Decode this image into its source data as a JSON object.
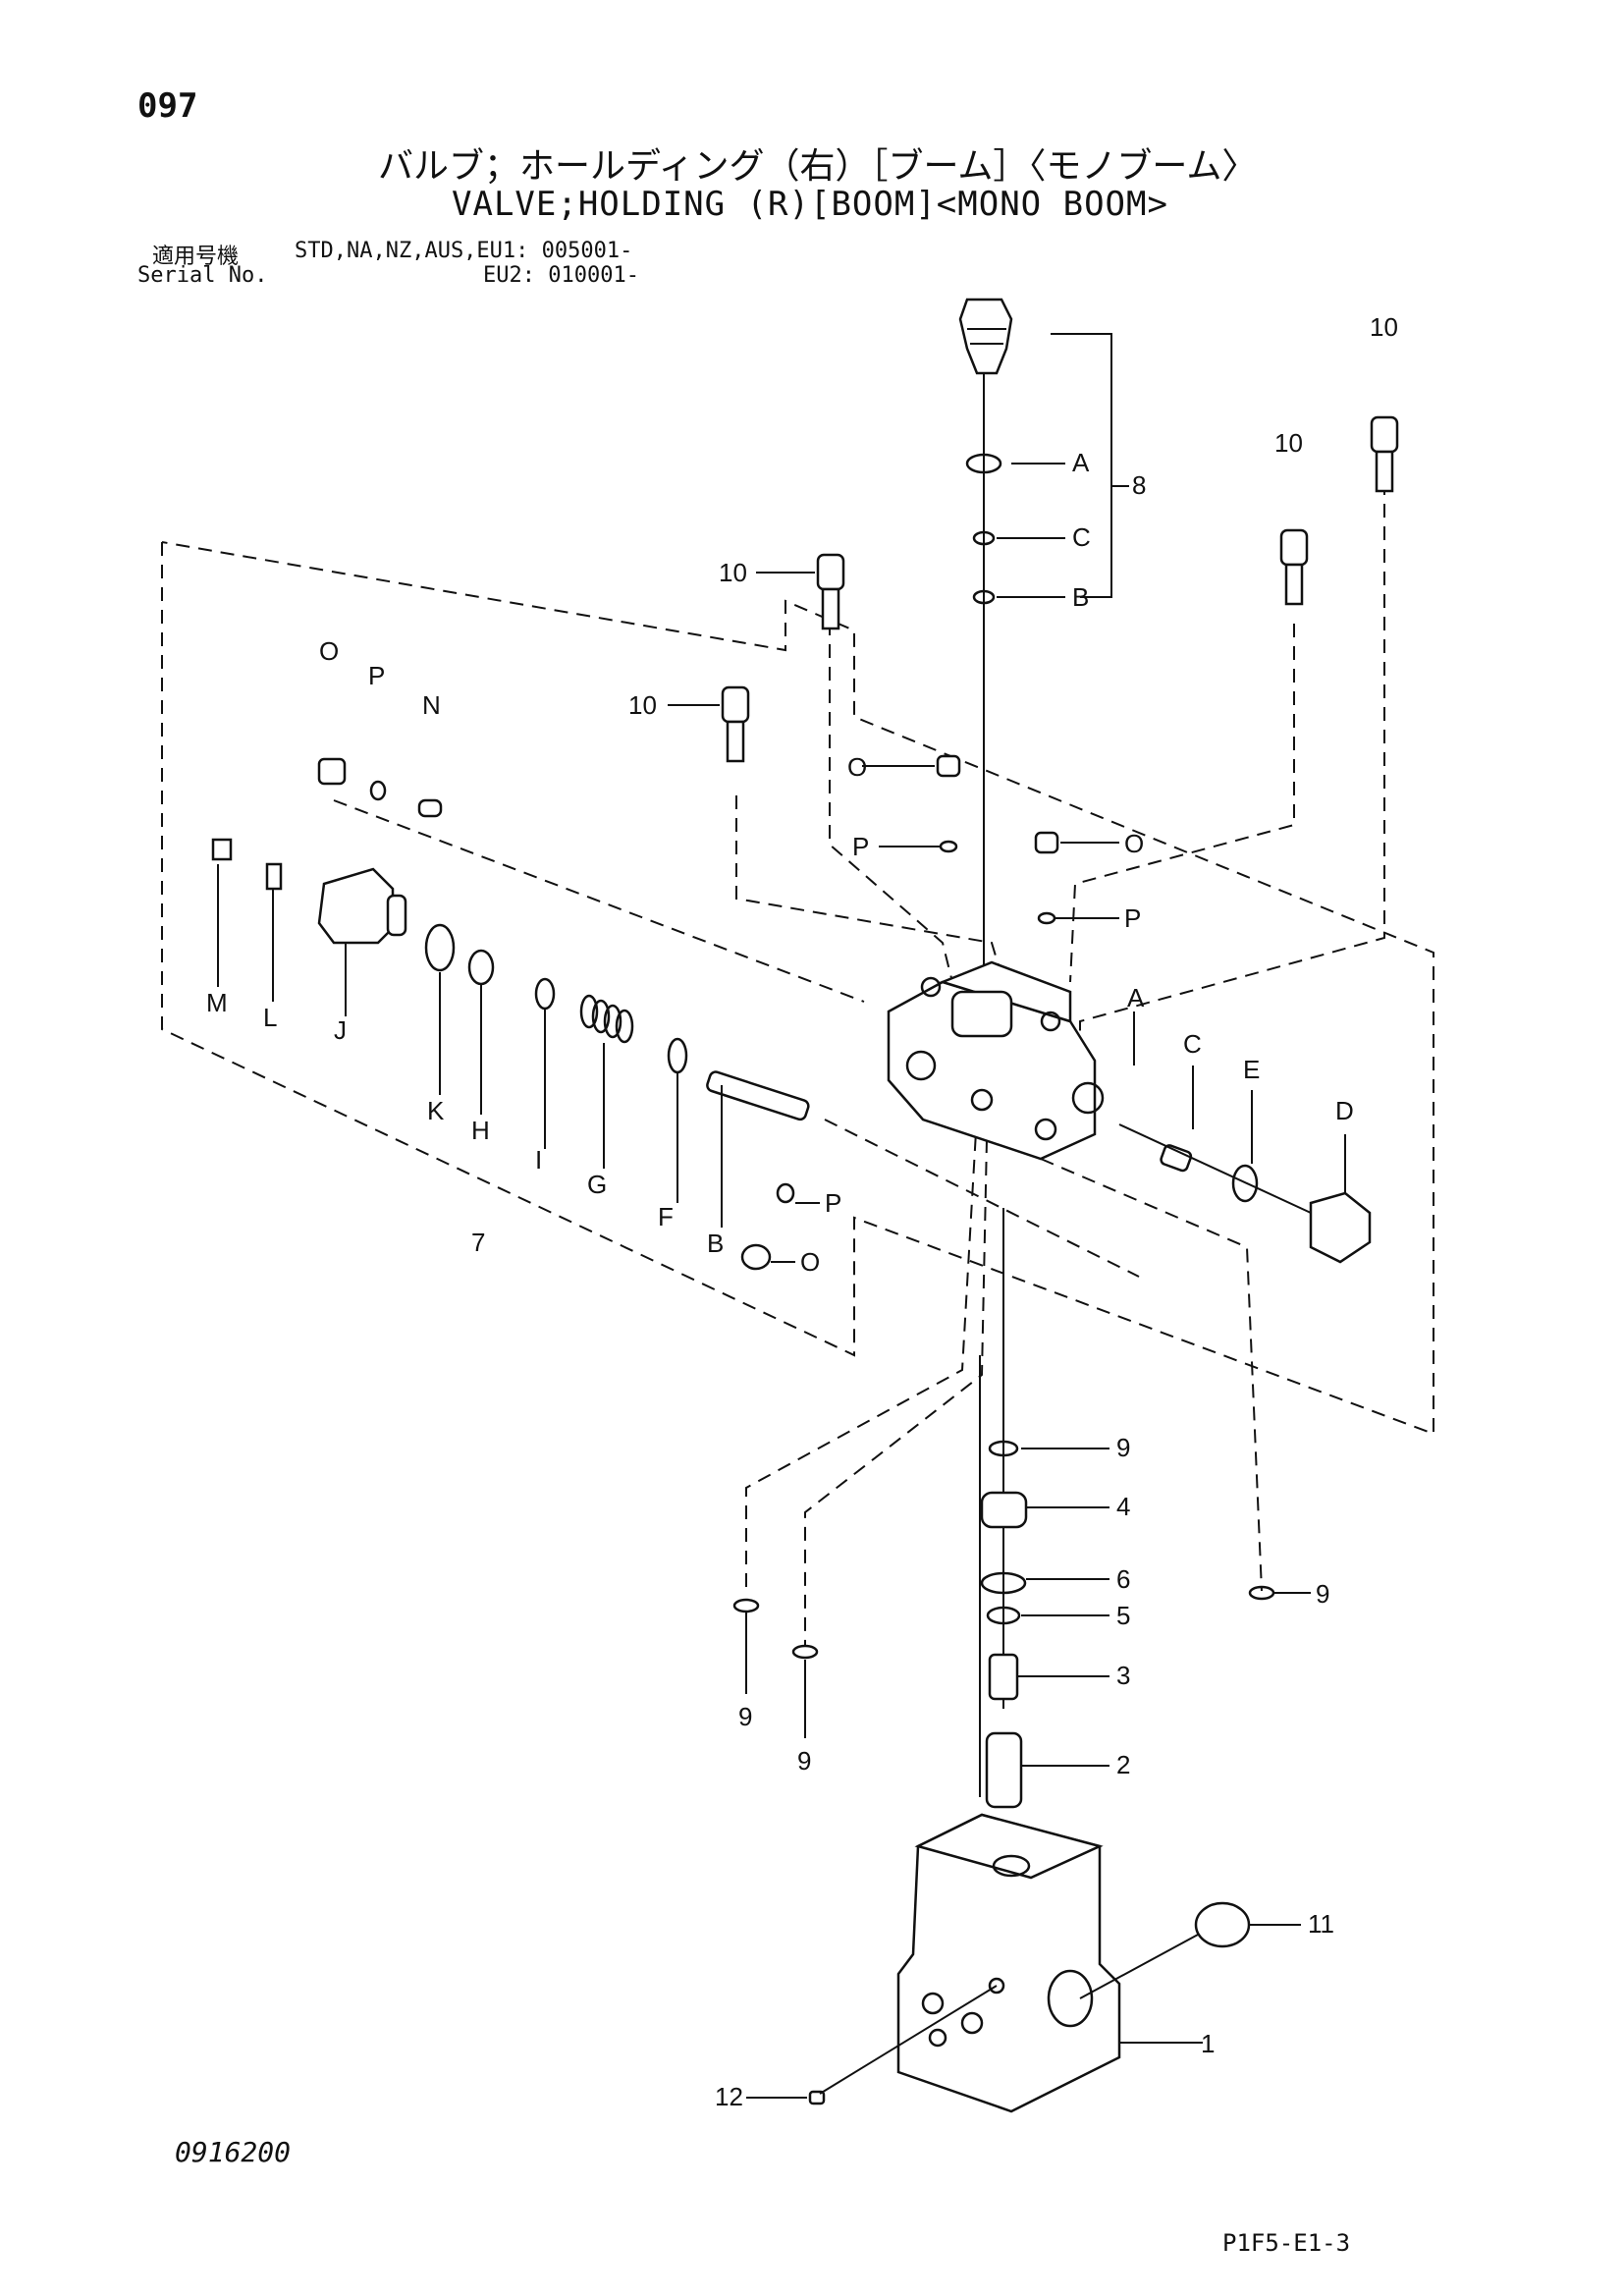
{
  "header": {
    "page_number": "097",
    "title_jp": "バルブ；ホールディング（右）［ブーム］〈モノブーム〉",
    "title_en": "VALVE;HOLDING (R)[BOOM]<MONO BOOM>",
    "serial_label_jp": "適用号機",
    "serial_label_en": "Serial No.",
    "serial_eu1": "STD,NA,NZ,AUS,EU1: 005001-",
    "serial_eu2": "EU2: 010001-"
  },
  "callouts": {
    "c1": "1",
    "c2": "2",
    "c3": "3",
    "c4": "4",
    "c5": "5",
    "c6": "6",
    "c7": "7",
    "c8": "8",
    "c9": "9",
    "c10": "10",
    "c11": "11",
    "c12": "12",
    "A": "A",
    "B": "B",
    "C": "C",
    "D": "D",
    "E": "E",
    "F": "F",
    "G": "G",
    "H": "H",
    "I": "I",
    "J": "J",
    "K": "K",
    "L": "L",
    "M": "M",
    "N": "N",
    "O": "O",
    "P": "P"
  },
  "footer": {
    "drawing_number": "0916200",
    "page_code": "P1F5-E1-3"
  }
}
